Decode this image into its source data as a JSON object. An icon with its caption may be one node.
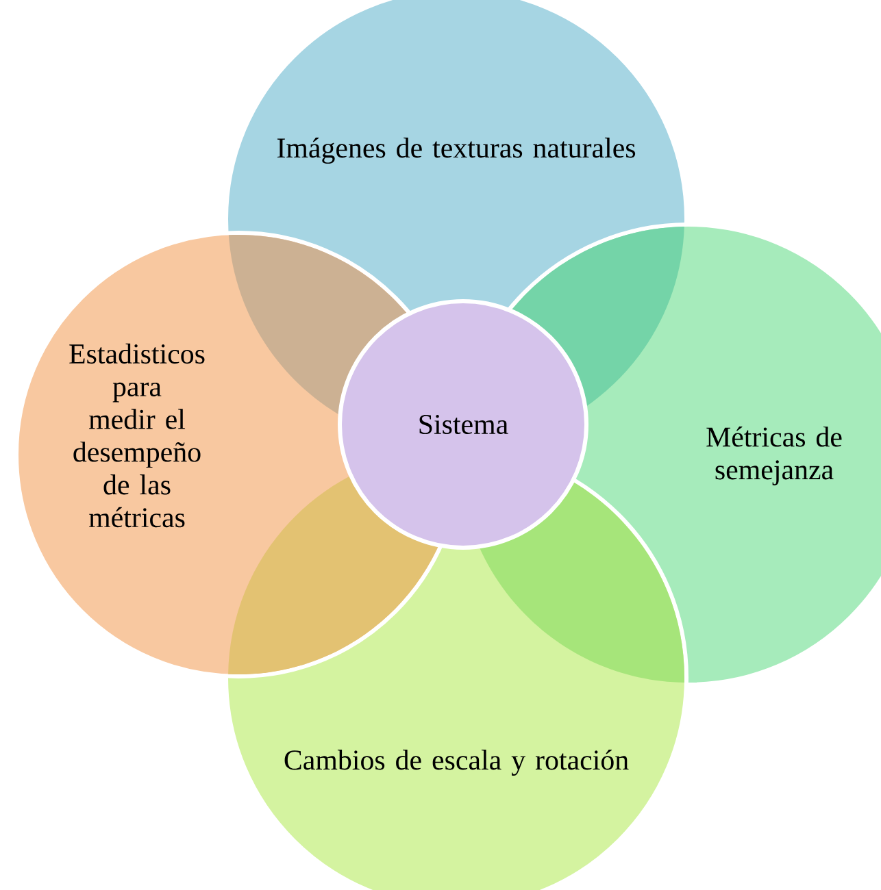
{
  "diagram": {
    "nodes": [
      {
        "text": [
          "Imágenes de texturas naturales"
        ]
      },
      {
        "text": [
          "Métricas de semejanza"
        ]
      },
      {
        "text": [
          "Cambios de escala y rotación"
        ]
      },
      {
        "text": [
          "Estadisticos para medir el desempeño de las métricas"
        ]
      },
      {
        "text": [
          "Sistema"
        ]
      }
    ]
  }
}
